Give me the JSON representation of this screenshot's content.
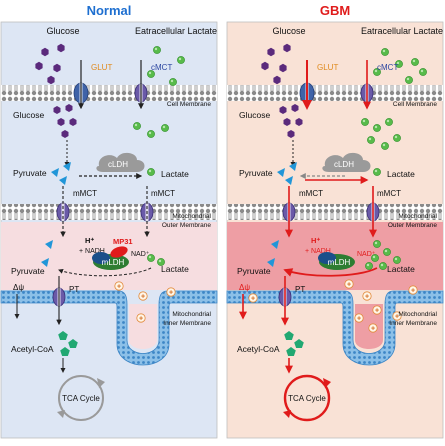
{
  "panels": [
    {
      "key": "normal",
      "title": "Normal",
      "title_color": "#1e6fd0"
    },
    {
      "key": "gbm",
      "title": "GBM",
      "title_color": "#e01b1b"
    }
  ],
  "labels": {
    "glucose_top": "Glucose",
    "extracellular_lactate": "Eatracellular Lactate",
    "glut": "GLUT",
    "cmct": "cMCT",
    "cell_membrane": "Cell Membrane",
    "glucose_mid": "Glucose",
    "pyruvate": "Pyruvate",
    "cldh": "cLDH",
    "lactate": "Lactate",
    "mmct": "mMCT",
    "mito_outer_1": "Mitochondrial",
    "mito_outer_2": "Outer Membrane",
    "h_plus": "H⁺",
    "nadh": "+ NADH",
    "mp31": "MP31",
    "nad_plus": "NAD⁺",
    "mldh": "mLDH",
    "delta_psi": "Δψ",
    "pt": "PT",
    "mito_inner_1": "Mitochondrial",
    "mito_inner_2": "Inner Membrane",
    "acetyl_coa": "Acetyl-CoA",
    "tca_cycle": "TCA Cycle",
    "plus": "+"
  },
  "colors": {
    "normal_bg": "#dde6f4",
    "gbm_bg": "#f9e2d6",
    "normal_matrix": "#f6dde0",
    "gbm_matrix": "#ee9ea4",
    "membrane": "#6aa6d8",
    "glucose": "#5b2a7c",
    "lactate": "#58bb4a",
    "pyruvate": "#2196d8",
    "acetyl": "#21a872",
    "red": "#e01b1b",
    "transporter": "#6a5aa8"
  },
  "icons": [
    "glut-transporter-icon",
    "mct-transporter-icon",
    "ldh-cloud-icon",
    "mldh-enzyme-icon",
    "tca-cycle-icon"
  ]
}
